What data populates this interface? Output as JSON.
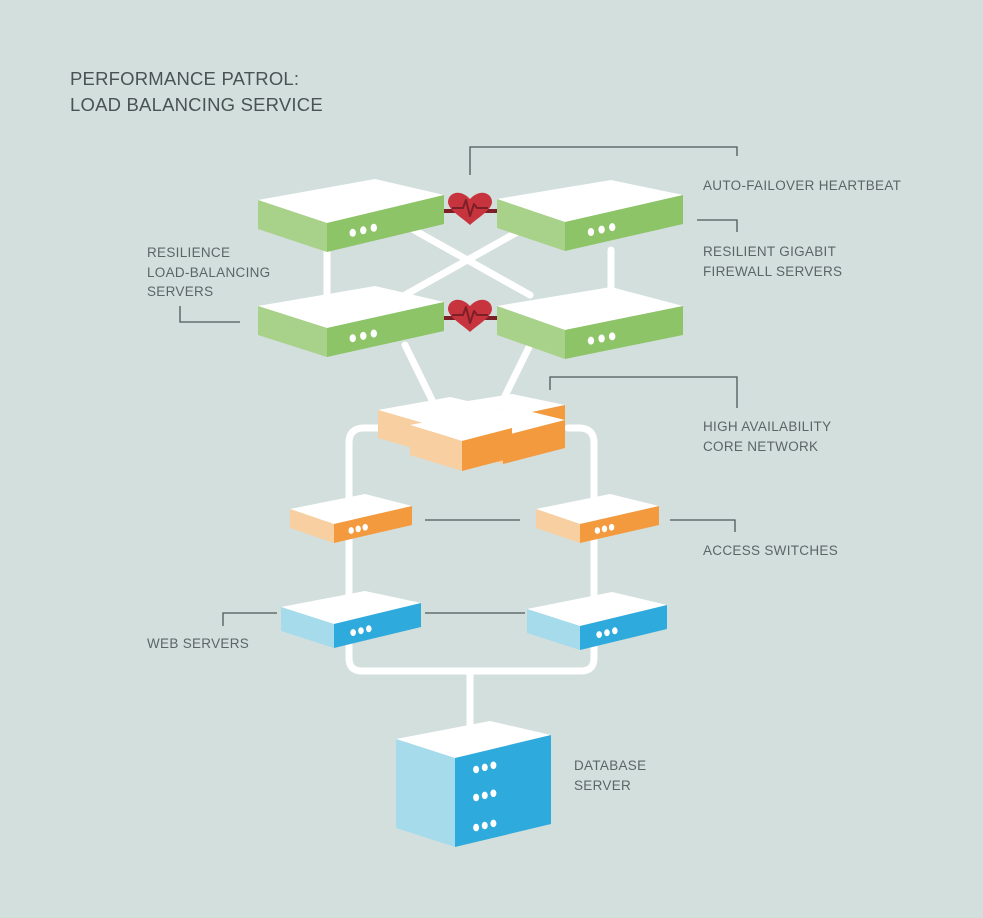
{
  "title": {
    "line1": "PERFORMANCE PATROL:",
    "line2": "LOAD BALANCING SERVICE"
  },
  "labels": {
    "heartbeat": "AUTO-FAILOVER HEARTBEAT",
    "firewall": [
      "RESILIENT GIGABIT",
      "FIREWALL SERVERS"
    ],
    "load_balancing": [
      "RESILIENCE",
      "LOAD-BALANCING",
      "SERVERS"
    ],
    "core_network": [
      "HIGH AVAILABILITY",
      "CORE NETWORK"
    ],
    "access_switches": "ACCESS SWITCHES",
    "web_servers": "WEB SERVERS",
    "database": [
      "DATABASE",
      "SERVER"
    ]
  },
  "colors": {
    "background": "#d3dfdd",
    "connector": "#ffffff",
    "leader_line": "#4f5758",
    "green_side": "#a8d28a",
    "green_front": "#8cc467",
    "orange_side": "#f8cfa0",
    "orange_front": "#f39a3e",
    "blue_side": "#a6dbec",
    "blue_front": "#2eaadc",
    "heart": "#c8343e",
    "heart_link": "#7d1f26"
  }
}
